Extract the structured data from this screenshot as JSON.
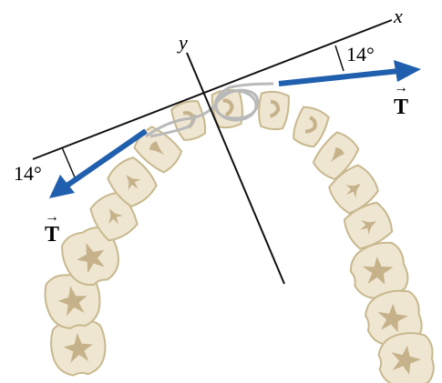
{
  "figure": {
    "axes": {
      "x_label": "x",
      "y_label": "y"
    },
    "angles": {
      "right_label": "14°",
      "left_label": "14°"
    },
    "vectors": {
      "right_label": "T",
      "left_label": "T",
      "arrow_symbol": "→"
    },
    "colors": {
      "tooth_fill": "#efe6d2",
      "tooth_stroke": "#c8b88e",
      "root_mark": "#c6b28a",
      "bracket": "#b9b9b9",
      "tension_arrow": "#1f5fae",
      "axis_line": "#111111"
    }
  }
}
